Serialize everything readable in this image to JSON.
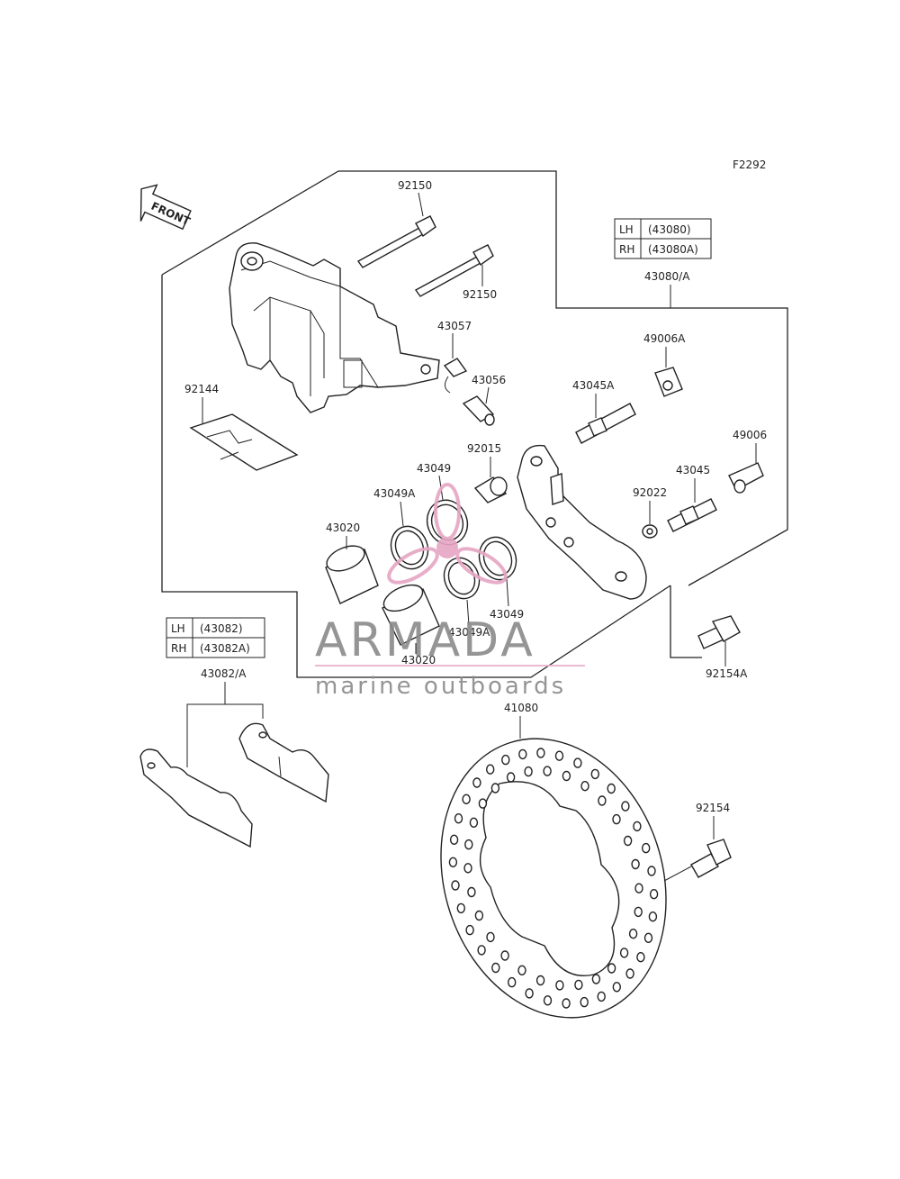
{
  "figure_code": "F2292",
  "front_label": "FRONT",
  "caliper_table": {
    "rows": [
      {
        "side": "LH",
        "part": "(43080)"
      },
      {
        "side": "RH",
        "part": "(43080A)"
      }
    ]
  },
  "pad_table": {
    "rows": [
      {
        "side": "LH",
        "part": "(43082)"
      },
      {
        "side": "RH",
        "part": "(43082A)"
      }
    ]
  },
  "parts": {
    "p92150_top": "92150",
    "p92150_mid": "92150",
    "p43080": "43080/A",
    "p49006A": "49006A",
    "p43057": "43057",
    "p43056": "43056",
    "p43045A": "43045A",
    "p92144": "92144",
    "p49006": "49006",
    "p92015": "92015",
    "p43049_a": "43049",
    "p43045": "43045",
    "p43049A_a": "43049A",
    "p92022": "92022",
    "p43020_a": "43020",
    "p43049_b": "43049",
    "p43049A_b": "43049A",
    "p43020_b": "43020",
    "p43082": "43082/A",
    "p92154A": "92154A",
    "p41080": "41080",
    "p92154": "92154"
  },
  "watermark": {
    "brand": "ARMADA",
    "tagline": "marine outboards",
    "colors": {
      "text": "#8a8a8a",
      "pink": "#e6a6c4",
      "line": "#e7b3cb"
    }
  }
}
